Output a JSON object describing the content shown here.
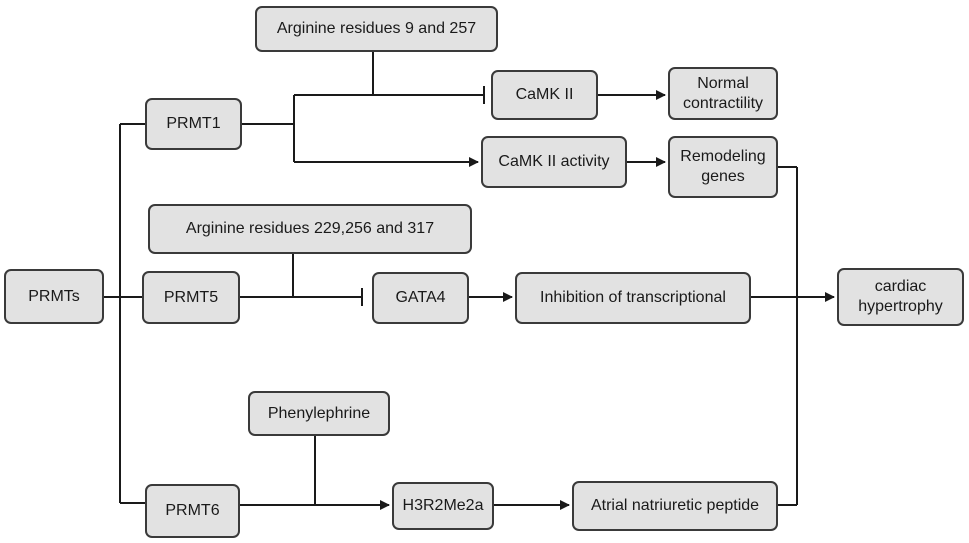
{
  "diagram": {
    "nodes": {
      "prmts": "PRMTs",
      "prmt1": "PRMT1",
      "prmt5": "PRMT5",
      "prmt6": "PRMT6",
      "arg_9_257": "Arginine residues 9 and 257",
      "arg_229_256_317": "Arginine residues 229,256 and 317",
      "phenylephrine": "Phenylephrine",
      "camk2": "CaMK II",
      "camk2_activity": "CaMK II activity",
      "normal_contractility": "Normal\ncontractility",
      "remodeling_genes": "Remodeling\ngenes",
      "gata4": "GATA4",
      "inhibition_transcriptional": "Inhibition of  transcriptional",
      "h3r2me2a": "H3R2Me2a",
      "anp": "Atrial natriuretic peptide",
      "cardiac_hypertrophy": "cardiac\nhypertrophy"
    },
    "colors": {
      "box_fill": "#e2e2e2",
      "box_border": "#3a3a3a",
      "line": "#1a1a1a"
    }
  }
}
